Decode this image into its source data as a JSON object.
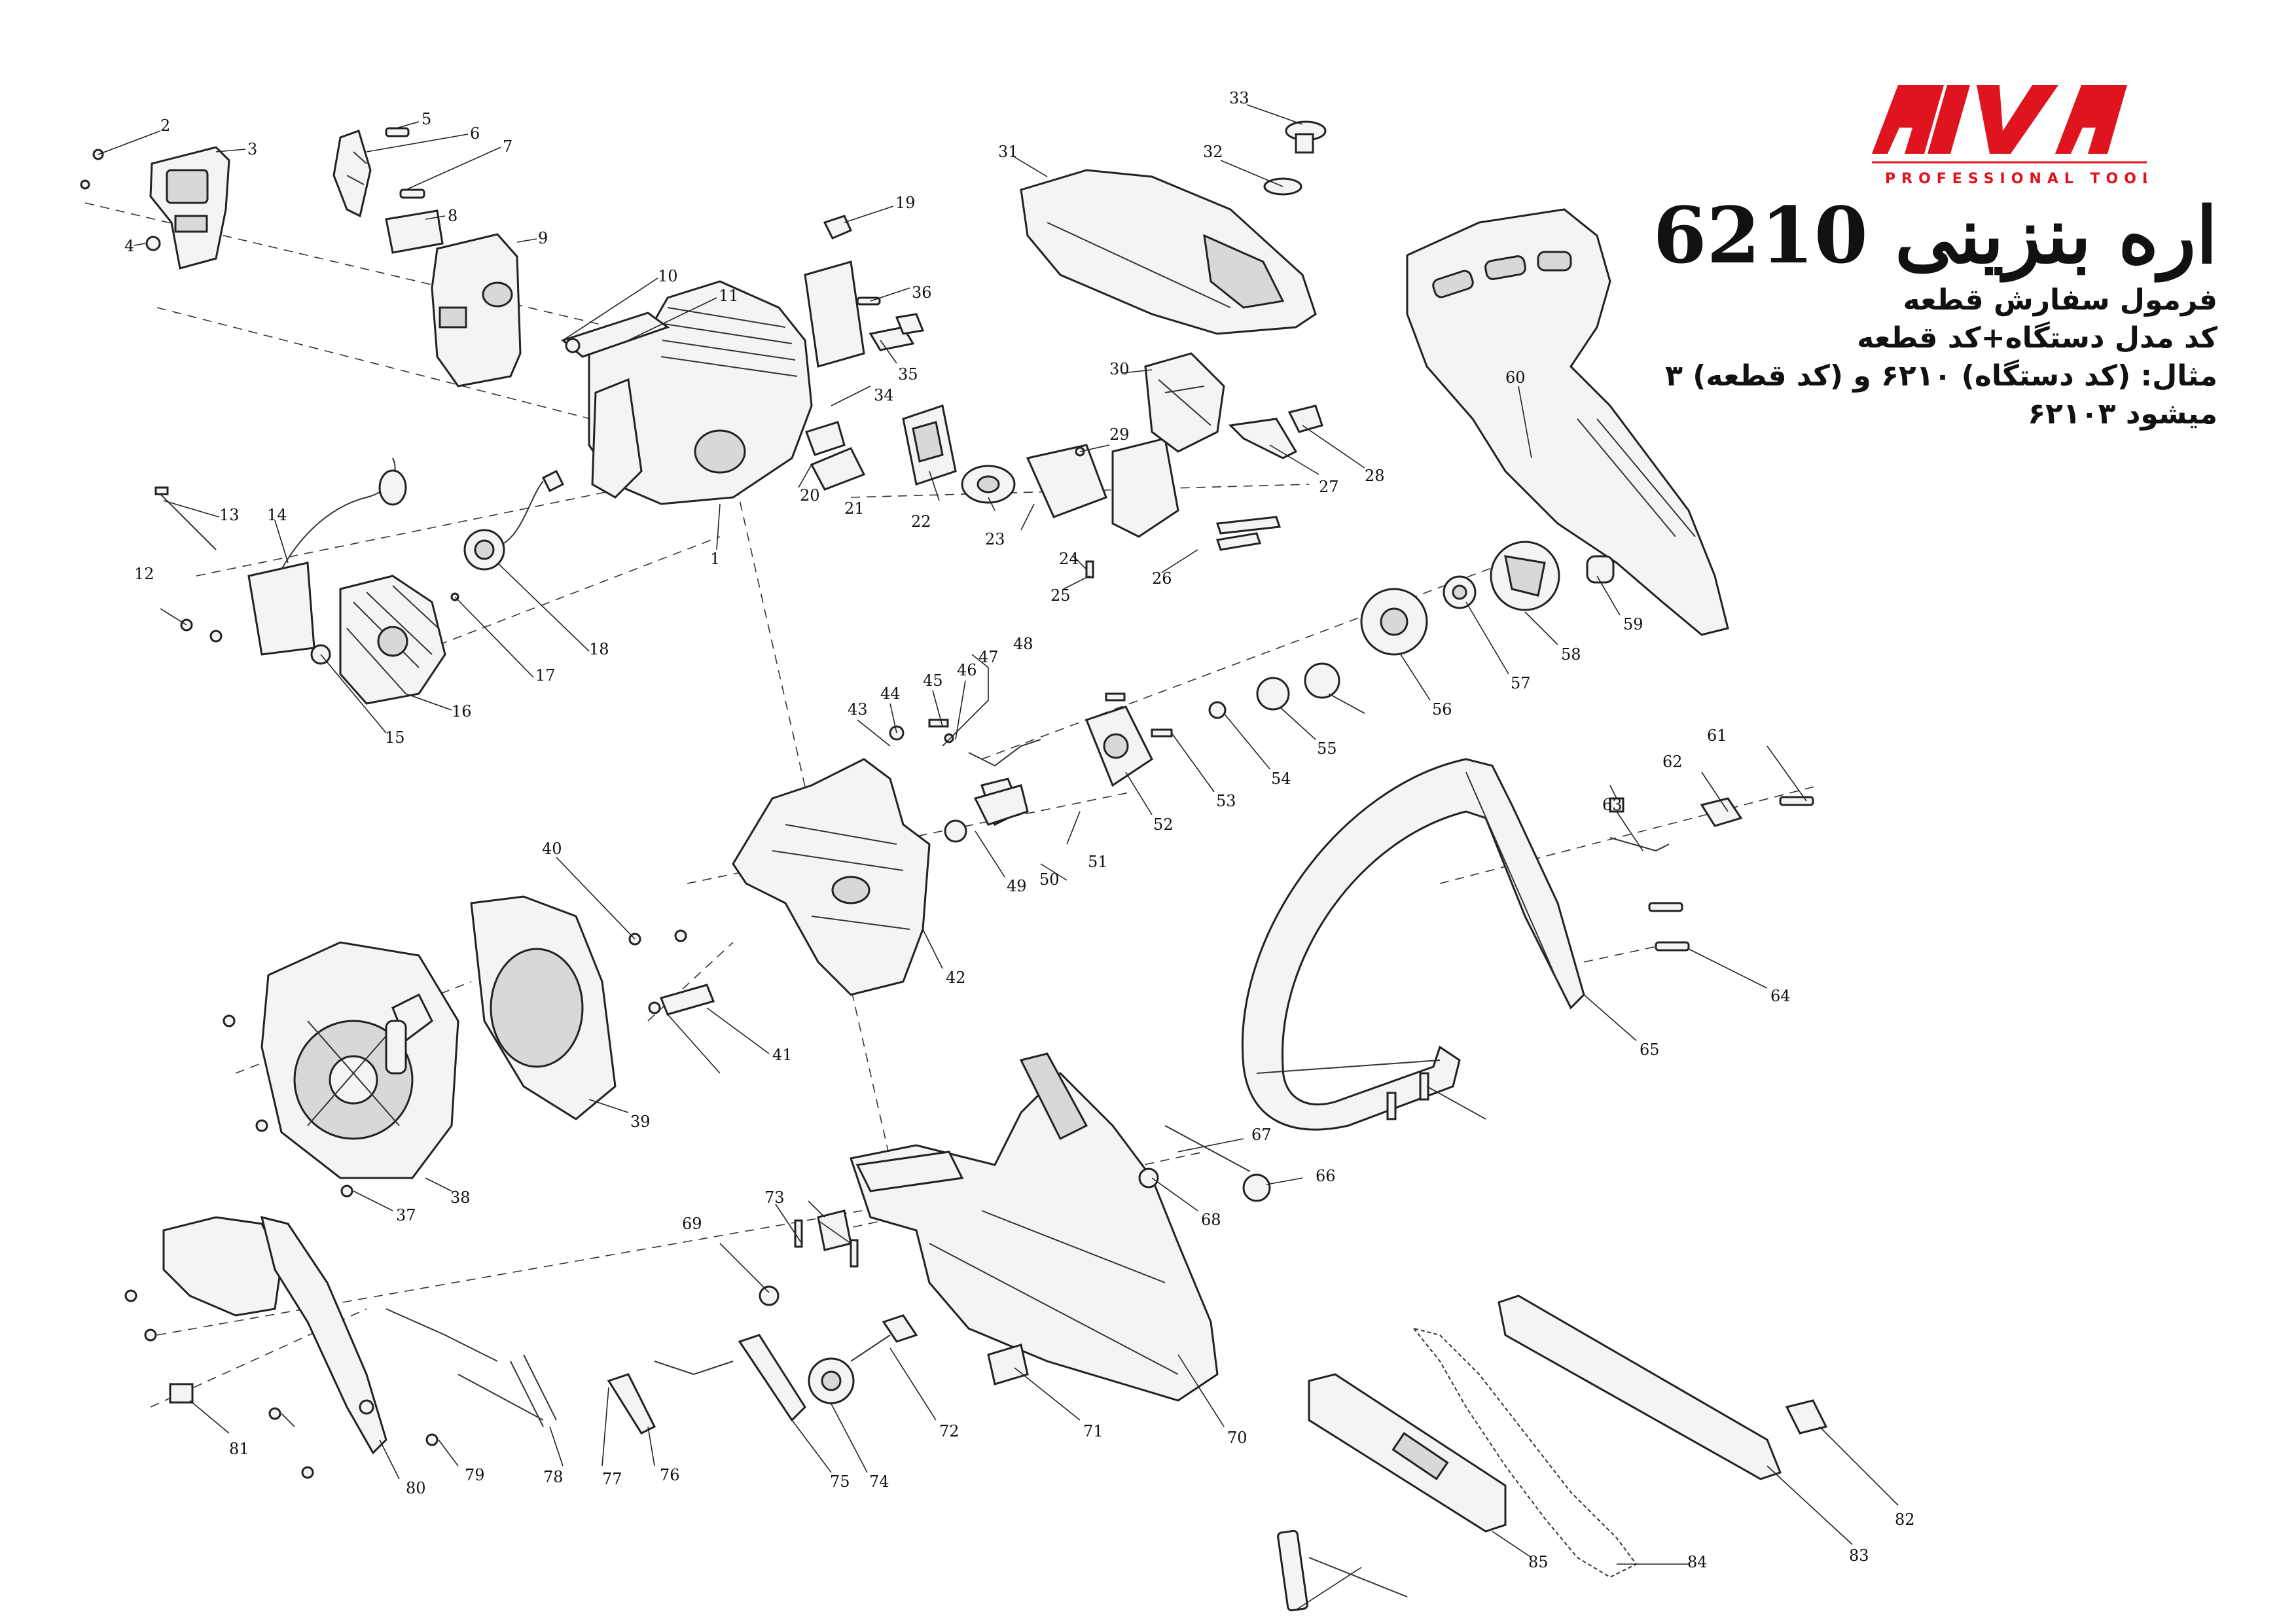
{
  "brand": {
    "name": "AIVA",
    "tagline": "PROFESSIONAL TOOLS",
    "color": "#e0141e"
  },
  "header": {
    "title": "اره بنزینی 6210",
    "line1": "فرمول سفارش قطعه",
    "line2": "کد مدل دستگاه+کد قطعه",
    "line3": "مثال: (کد دستگاه) ۶۲۱۰ و (کد قطعه) ۳",
    "line4": "میشود ۶۲۱۰۳"
  },
  "labels": [
    "1",
    "2",
    "3",
    "4",
    "5",
    "6",
    "7",
    "8",
    "9",
    "10",
    "11",
    "12",
    "13",
    "14",
    "15",
    "16",
    "17",
    "18",
    "19",
    "20",
    "21",
    "22",
    "23",
    "24",
    "25",
    "26",
    "27",
    "28",
    "29",
    "30",
    "31",
    "32",
    "33",
    "34",
    "35",
    "36",
    "37",
    "38",
    "39",
    "40",
    "41",
    "42",
    "43",
    "44",
    "45",
    "46",
    "47",
    "48",
    "49",
    "50",
    "51",
    "52",
    "53",
    "54",
    "55",
    "56",
    "57",
    "58",
    "59",
    "60",
    "61",
    "62",
    "63",
    "64",
    "65",
    "66",
    "67",
    "68",
    "69",
    "70",
    "71",
    "72",
    "73",
    "74",
    "75",
    "76",
    "77",
    "78",
    "79",
    "80",
    "81",
    "82",
    "83",
    "84",
    "85"
  ]
}
